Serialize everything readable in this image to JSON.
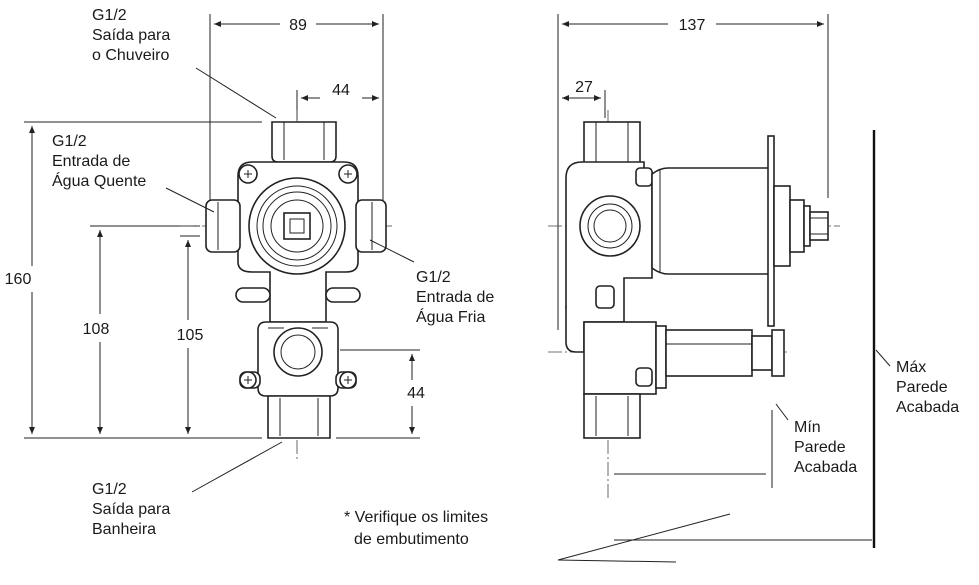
{
  "front_view": {
    "dim_width": "89",
    "dim_offset_top": "44",
    "dim_height_total": "160",
    "dim_height_108": "108",
    "dim_height_105": "105",
    "dim_offset_bottom": "44",
    "outlet_shower": {
      "line1": "G1/2",
      "line2": "Saída para",
      "line3": "o Chuveiro"
    },
    "inlet_hot": {
      "line1": "G1/2",
      "line2": "Entrada de",
      "line3": "Água Quente"
    },
    "inlet_cold": {
      "line1": "G1/2",
      "line2": "Entrada de",
      "line3": "Água Fria"
    },
    "outlet_bath": {
      "line1": "G1/2",
      "line2": "Saída para",
      "line3": "Banheira"
    }
  },
  "side_view": {
    "dim_depth_total": "137",
    "dim_depth_27": "27",
    "wall_min": {
      "line1": "Mín",
      "line2": "Parede",
      "line3": "Acabada"
    },
    "wall_max": {
      "line1": "Máx",
      "line2": "Parede",
      "line3": "Acabada"
    }
  },
  "note": {
    "line1": "* Verifique os limites",
    "line2": "de embutimento"
  }
}
